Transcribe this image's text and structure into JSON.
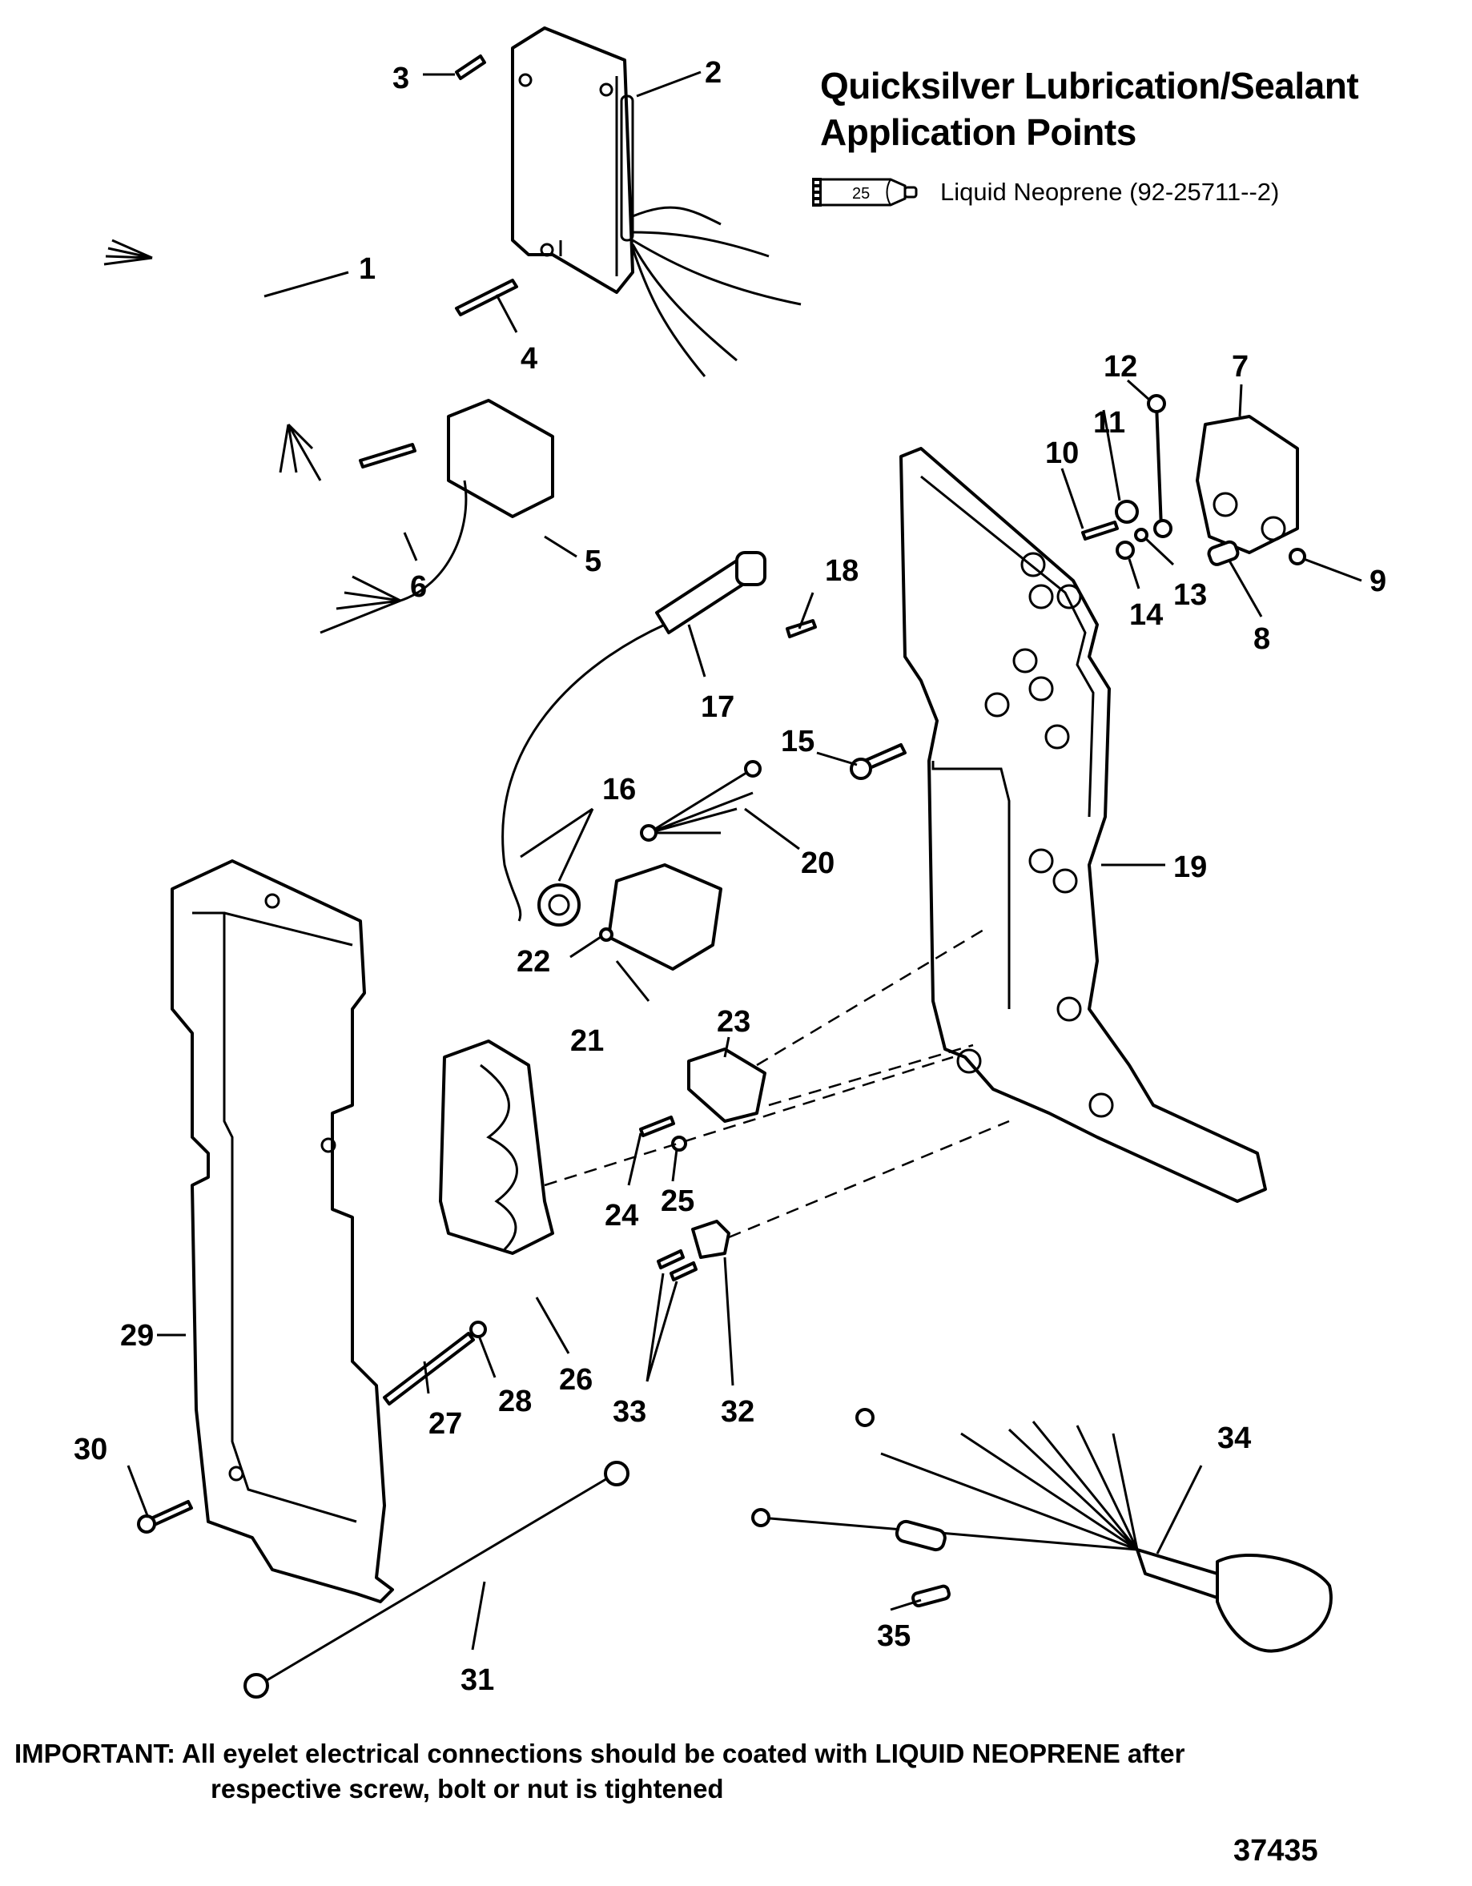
{
  "header": {
    "title_line1": "Quicksilver Lubrication/Sealant",
    "title_line2": "Application Points"
  },
  "legend": {
    "tube_number": "25",
    "tube_icon": "sealant-tube-icon",
    "description": "Liquid Neoprene (92-25711--2)"
  },
  "callouts": [
    "1",
    "2",
    "3",
    "4",
    "5",
    "6",
    "7",
    "8",
    "9",
    "10",
    "11",
    "12",
    "13",
    "14",
    "15",
    "16",
    "17",
    "18",
    "19",
    "20",
    "21",
    "22",
    "23",
    "24",
    "25",
    "26",
    "27",
    "28",
    "29",
    "30",
    "31",
    "32",
    "33",
    "34",
    "35"
  ],
  "note": {
    "line1": "IMPORTANT: All eyelet electrical connections should be coated with LIQUID NEOPRENE after",
    "line2": "respective screw, bolt or nut is tightened"
  },
  "figure_number": "37435"
}
